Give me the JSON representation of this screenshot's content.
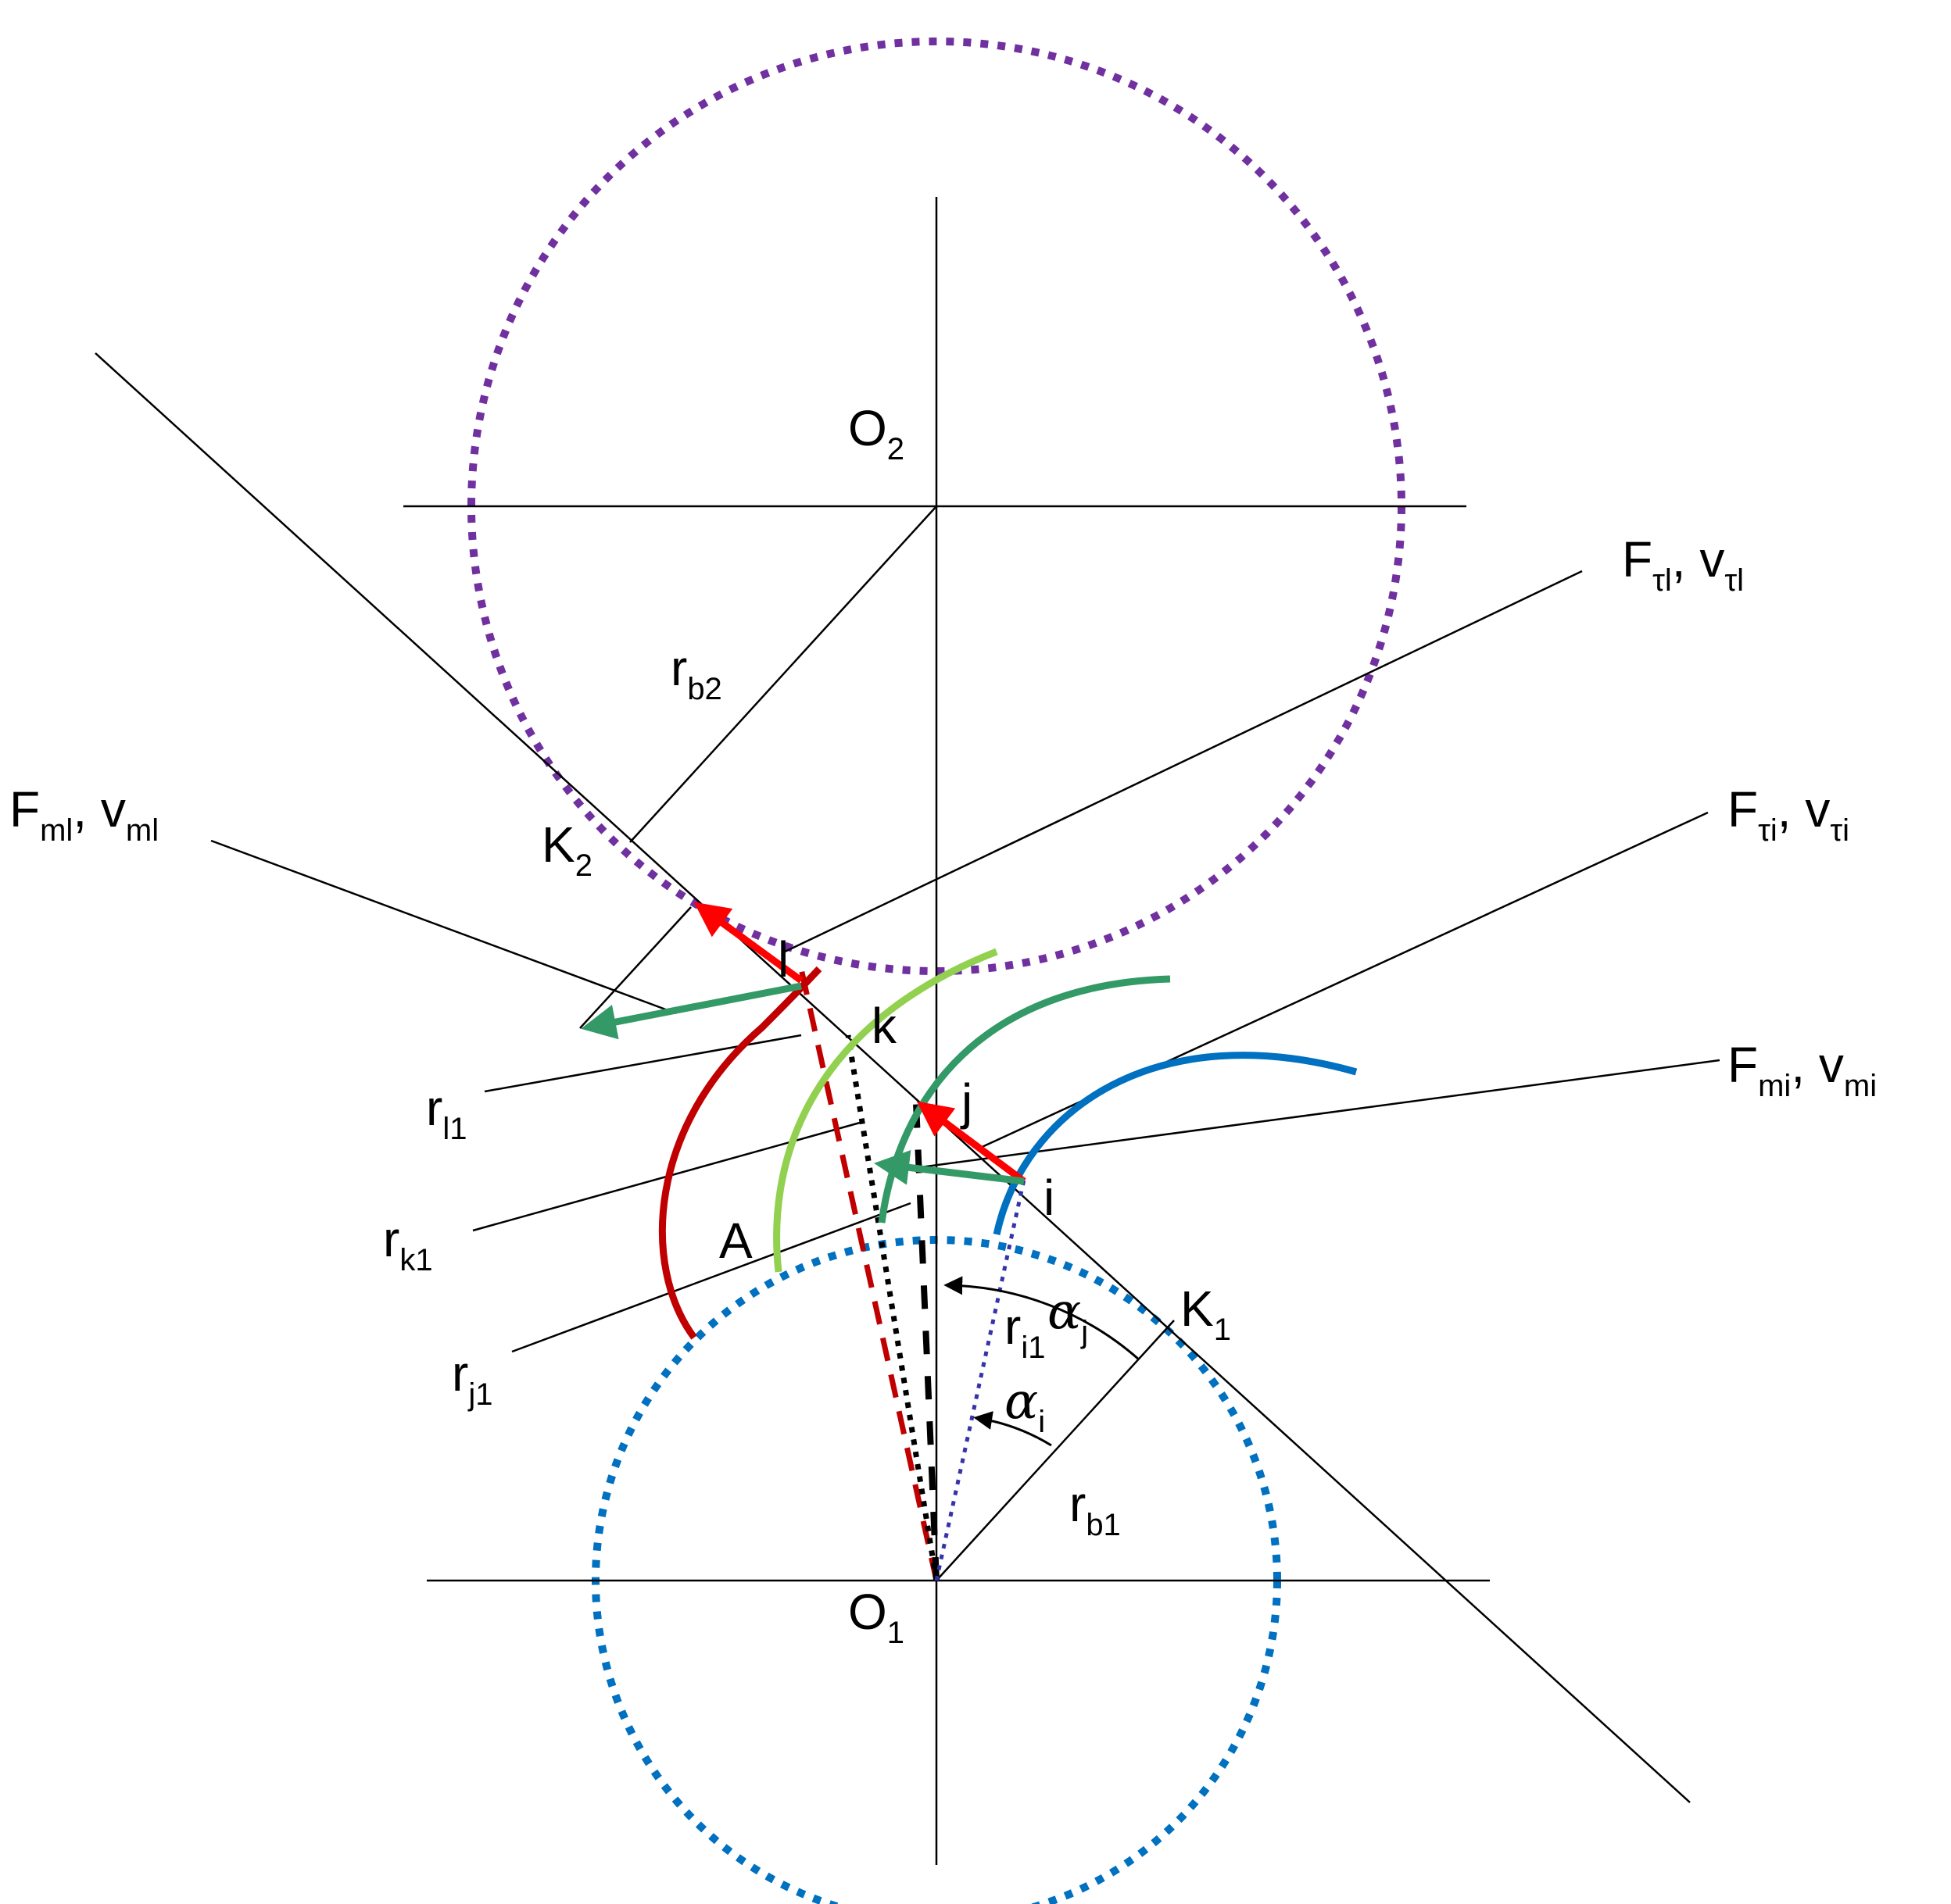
{
  "labels": {
    "O2": {
      "main": "O",
      "sub": "2"
    },
    "O1": {
      "main": "O",
      "sub": "1"
    },
    "K1": {
      "main": "K",
      "sub": "1"
    },
    "K2": {
      "main": "K",
      "sub": "2"
    },
    "rb1": {
      "main": "r",
      "sub": "b1"
    },
    "rb2": {
      "main": "r",
      "sub": "b2"
    },
    "rl1": {
      "main": "r",
      "sub": "l1"
    },
    "rk1": {
      "main": "r",
      "sub": "k1"
    },
    "rj1": {
      "main": "r",
      "sub": "j1"
    },
    "ri1": {
      "main": "r",
      "sub": "i1"
    },
    "A": "A",
    "l": "l",
    "k": "k",
    "j": "j",
    "i": "i",
    "alpha_i": {
      "main": "α",
      "sub": "i"
    },
    "alpha_j": {
      "main": "α",
      "sub": "j"
    },
    "F_tau_l": {
      "f": "F",
      "fsub": "τl",
      "sep": ", ",
      "v": "v",
      "vsub": "τl"
    },
    "F_m_l": {
      "f": "F",
      "fsub": "ml",
      "sep": ", ",
      "v": "v",
      "vsub": "ml"
    },
    "F_tau_i": {
      "f": "F",
      "fsub": "τi",
      "sep": ", ",
      "v": "v",
      "vsub": "τi"
    },
    "F_m_i": {
      "f": "F",
      "fsub": "mi",
      "sep": ", ",
      "v": "v",
      "vsub": "mi"
    }
  },
  "colors": {
    "gear2_circle": "#7030a0",
    "gear1_circle": "#0070c0",
    "profile_red": "#c00000",
    "profile_lightgreen": "#92d050",
    "profile_green": "#339966",
    "profile_blue": "#0070c0",
    "velocity_red": "#ff0000",
    "velocity_green": "#339966",
    "lines": "#000000"
  }
}
